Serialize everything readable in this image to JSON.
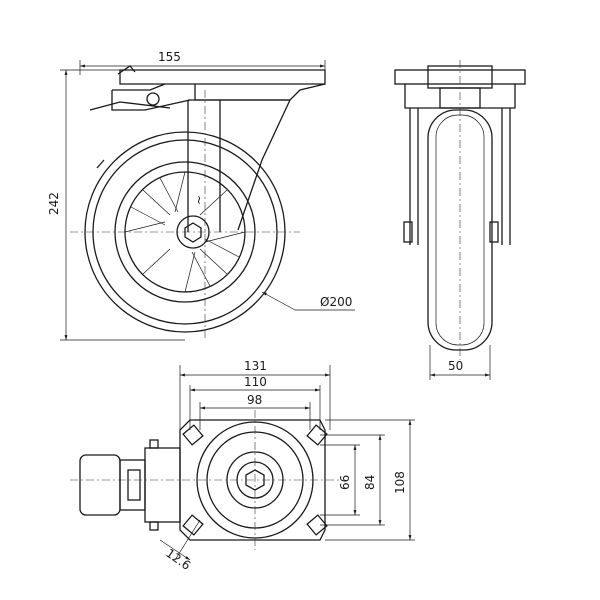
{
  "dimensions": {
    "plate_length": "155",
    "overall_height": "242",
    "wheel_diameter": "Ø200",
    "wheel_width": "50",
    "plate_width": "131",
    "plate_hole_spacing_outer": "110",
    "plate_hole_spacing_inner": "98",
    "plate_hole_spacing_inner_vertical": "66",
    "plate_hole_spacing_outer_vertical": "84",
    "plate_height": "108",
    "bolt_hole_diameter": "12.6"
  },
  "colors": {
    "line": "#1a1a1a",
    "background": "#ffffff"
  }
}
